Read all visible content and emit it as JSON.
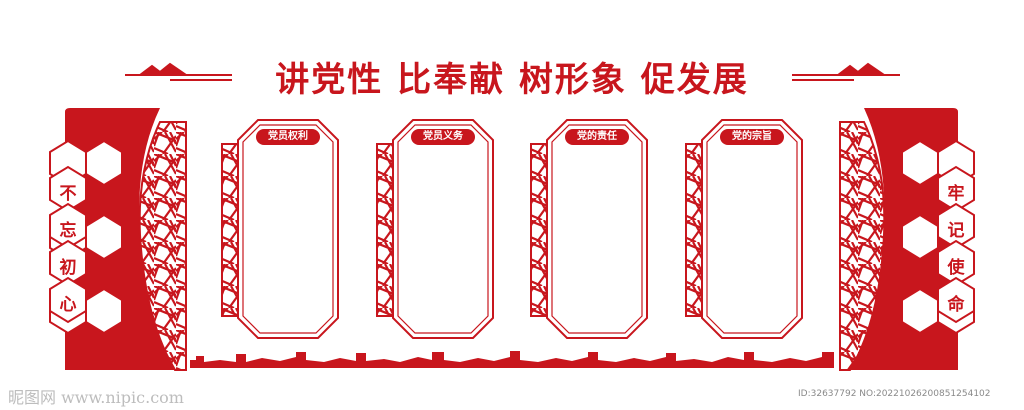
{
  "title": "讲党性  比奉献  树形象  促发展",
  "left_slogan": [
    "不",
    "忘",
    "初",
    "心"
  ],
  "right_slogan": [
    "牢",
    "记",
    "使",
    "命"
  ],
  "panels": [
    {
      "tag": "党员权利"
    },
    {
      "tag": "党员义务"
    },
    {
      "tag": "党的责任"
    },
    {
      "tag": "党的宗旨"
    }
  ],
  "watermark": "昵图网 www.nipic.com",
  "image_id": "ID:32637792 NO:20221026200851254102",
  "colors": {
    "primary": "#c8161d",
    "background": "#ffffff"
  }
}
